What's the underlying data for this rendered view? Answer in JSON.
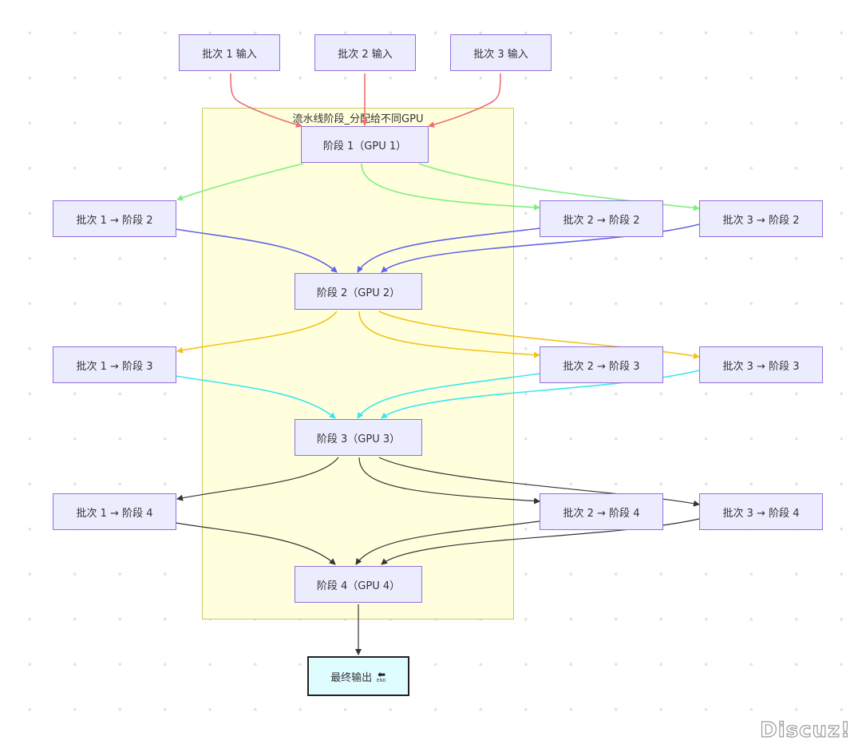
{
  "diagram": {
    "subgraph_title": "流水线阶段_分配给不同GPU",
    "nodes": {
      "in1": "批次 1 输入",
      "in2": "批次 2 输入",
      "in3": "批次 3 输入",
      "s1": "阶段 1（GPU 1）",
      "b1s2": "批次 1 → 阶段 2",
      "b2s2": "批次 2 → 阶段 2",
      "b3s2": "批次 3 → 阶段 2",
      "s2": "阶段 2（GPU 2）",
      "b1s3": "批次 1 → 阶段 3",
      "b2s3": "批次 2 → 阶段 3",
      "b3s3": "批次 3 → 阶段 3",
      "s3": "阶段 3（GPU 3）",
      "b1s4": "批次 1 → 阶段 4",
      "b2s4": "批次 2 → 阶段 4",
      "b3s4": "批次 3 → 阶段 4",
      "s4": "阶段 4（GPU 4）",
      "out": "最终输出",
      "end_icon_arrow": "⬅",
      "end_icon_text": "END"
    },
    "edge_colors": {
      "input": "#ef6f6f",
      "stage1": "#7cf07c",
      "to_stage2": "#6464e6",
      "stage2": "#f5c21a",
      "to_stage3": "#3ae6f0",
      "stage3": "#333333",
      "to_stage4": "#333333",
      "final": "#333333"
    }
  },
  "watermark": "Discuz!"
}
